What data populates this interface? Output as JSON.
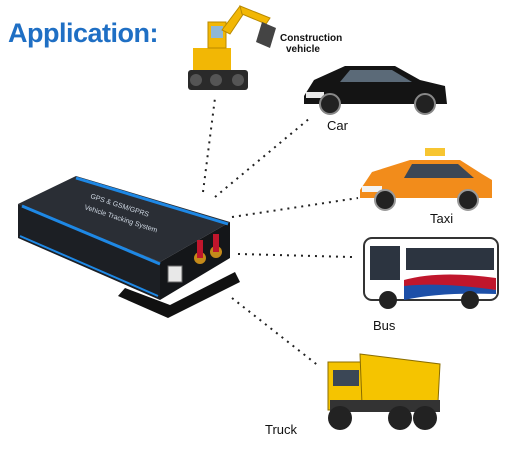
{
  "header": {
    "title": "Application:"
  },
  "device": {
    "name_line1": "GPS & GSM/GPRS",
    "name_line2": "Vehicle Tracking System"
  },
  "vehicles": [
    {
      "id": "construction",
      "label_line1": "Construction",
      "label_line2": "vehicle"
    },
    {
      "id": "car",
      "label": "Car"
    },
    {
      "id": "taxi",
      "label": "Taxi"
    },
    {
      "id": "bus",
      "label": "Bus"
    },
    {
      "id": "truck",
      "label": "Truck"
    }
  ],
  "colors": {
    "title": "#1f6fc4",
    "device_body": "#1c1f24",
    "device_stripe": "#1e88e5",
    "excavator": "#f2b705",
    "car": "#141414",
    "taxi": "#f28c1b",
    "bus": "#ffffff",
    "truck": "#f5c400"
  }
}
